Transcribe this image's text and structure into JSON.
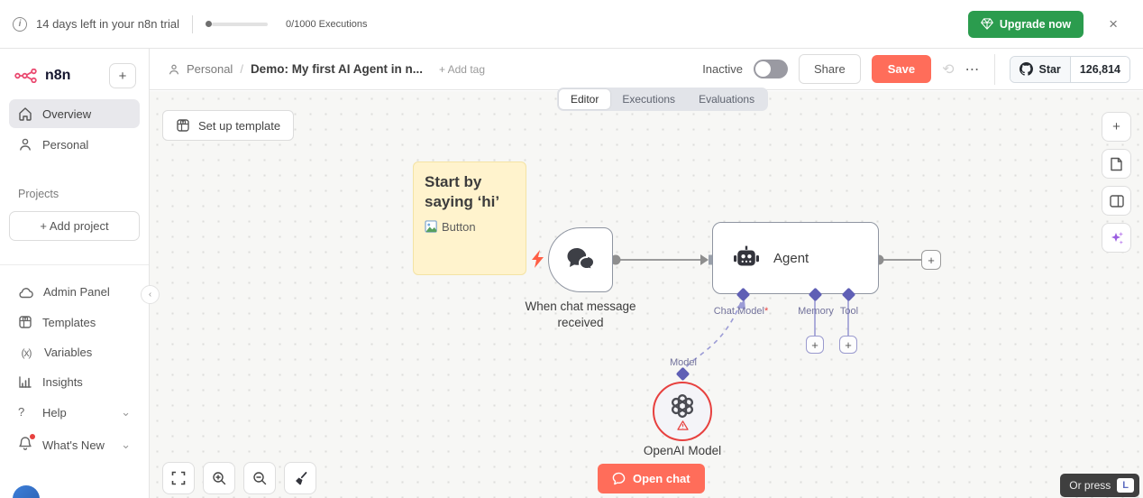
{
  "banner": {
    "trial_message": "14 days left in your n8n trial",
    "executions": "0/1000 Executions",
    "upgrade": "Upgrade now"
  },
  "sidebar": {
    "logo": "n8n",
    "items": [
      {
        "label": "Overview"
      },
      {
        "label": "Personal"
      },
      {
        "label": "Admin Panel"
      },
      {
        "label": "Templates"
      },
      {
        "label": "Variables"
      },
      {
        "label": "Insights"
      },
      {
        "label": "Help"
      },
      {
        "label": "What's New"
      }
    ],
    "projects_heading": "Projects",
    "add_project": "+ Add project"
  },
  "header": {
    "breadcrumb_root": "Personal",
    "title": "Demo: My first AI Agent in n...",
    "add_tag": "+ Add tag",
    "inactive": "Inactive",
    "share": "Share",
    "save": "Save",
    "star": "Star",
    "star_count": "126,814"
  },
  "tabs": {
    "editor": "Editor",
    "executions": "Executions",
    "evaluations": "Evaluations"
  },
  "canvas": {
    "setup_template": "Set up template",
    "sticky": {
      "title": "Start by saying ‘hi’",
      "image_alt": "Button"
    },
    "chat_trigger_label": "When chat message received",
    "agent": {
      "label": "Agent",
      "chat_model": "Chat Model",
      "required_mark": "*",
      "memory": "Memory",
      "tool": "Tool"
    },
    "openai": {
      "input_label": "Model",
      "label": "OpenAI Model"
    },
    "open_chat": "Open chat",
    "hint": {
      "text": "Or press",
      "key": "L"
    }
  },
  "icons": {
    "close": "×",
    "plus": "+",
    "more": "⋯",
    "history": "⟲",
    "slash": "/",
    "chevron": "⌄",
    "collapse": "‹",
    "info_glyph": "i",
    "help_glyph": "?",
    "variables_glyph": "(x)"
  },
  "colors": {
    "accent": "#ff6d5a",
    "upgrade_green": "#2b9c4e",
    "connector_purple": "#5f5fb5",
    "error_red": "#e7413f"
  }
}
